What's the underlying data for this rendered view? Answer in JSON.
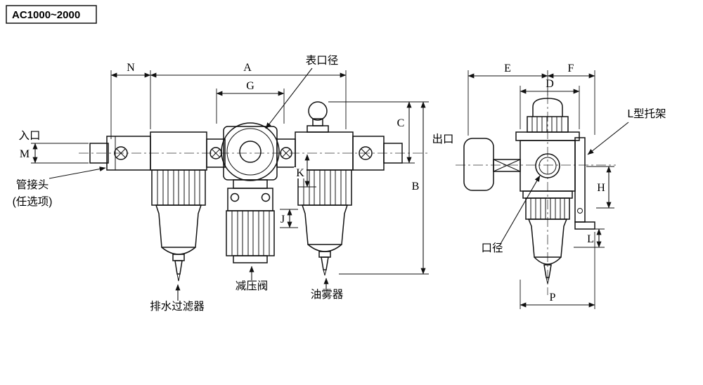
{
  "header": {
    "model": "AC1000~2000"
  },
  "front": {
    "dims": {
      "N": "N",
      "A": "A",
      "G": "G",
      "C": "C",
      "B": "B",
      "M": "M",
      "K": "K",
      "J": "J"
    },
    "labels": {
      "gauge_port": "表口径",
      "inlet": "入口",
      "outlet": "出口",
      "fitting1": "管接头",
      "fitting2": "(任选项)",
      "regulator": "减压阀",
      "drain_filter": "排水过滤器",
      "lubricator": "油雾器"
    }
  },
  "side": {
    "dims": {
      "E": "E",
      "F": "F",
      "D": "D",
      "H": "H",
      "L": "L",
      "P": "P"
    },
    "labels": {
      "bracket": "L型托架",
      "port": "口径"
    }
  },
  "colors": {
    "line": "#111111",
    "background": "#ffffff"
  }
}
